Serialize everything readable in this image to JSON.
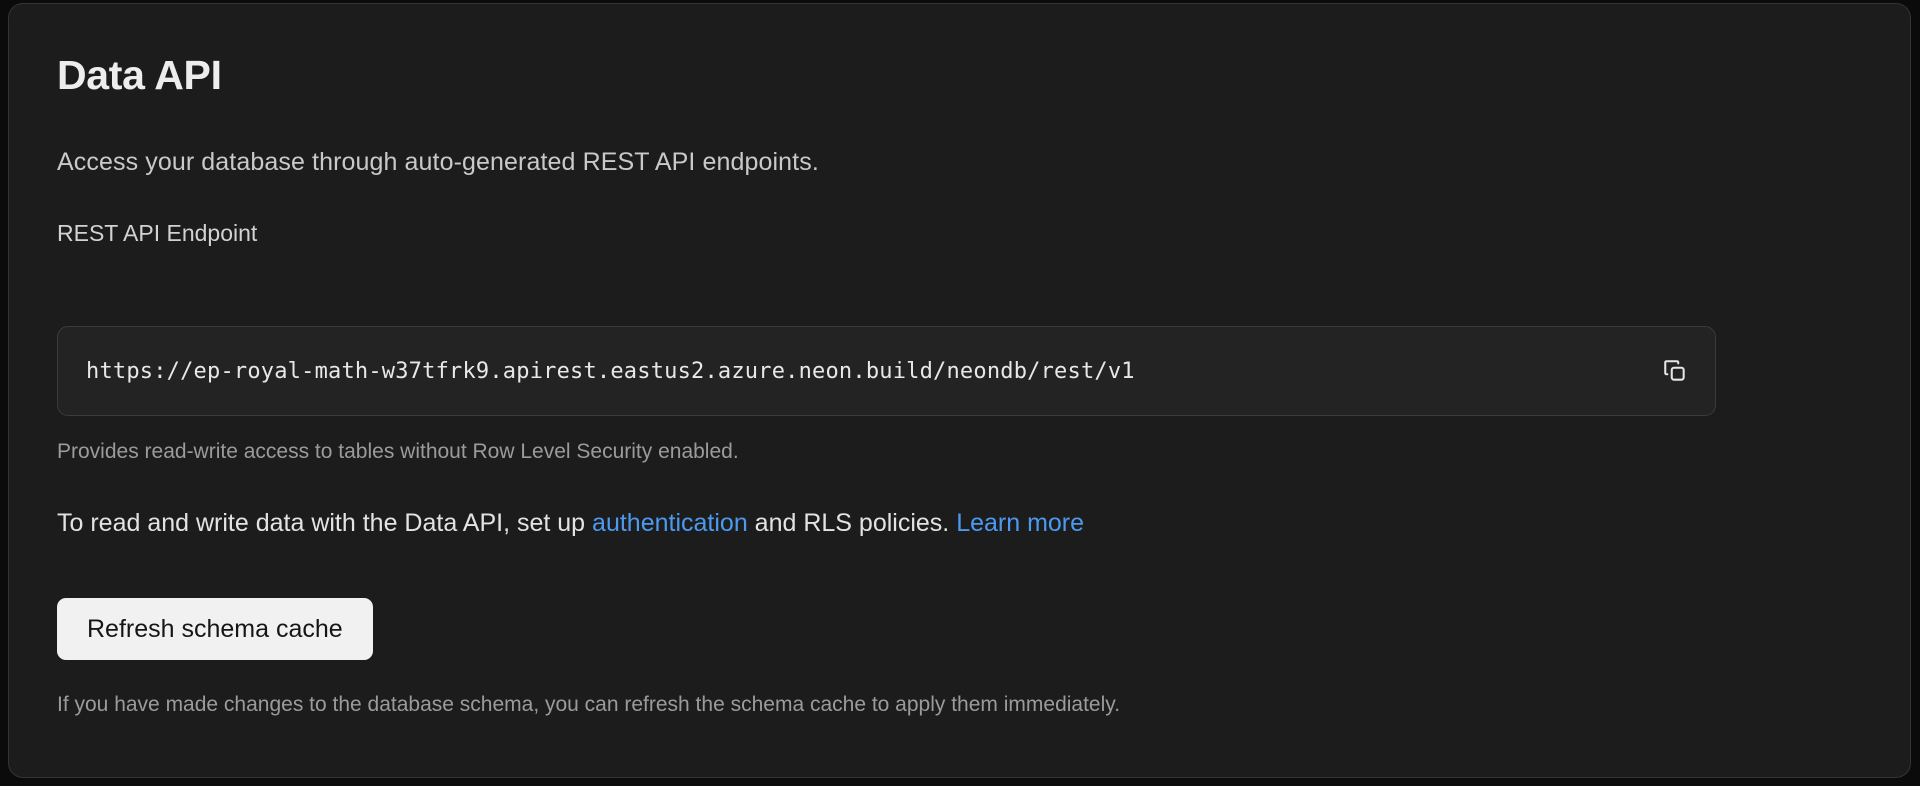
{
  "card": {
    "title": "Data API",
    "subtitle": "Access your database through auto-generated REST API endpoints.",
    "endpoint": {
      "label": "REST API Endpoint",
      "value": "https://ep-royal-math-w37tfrk9.apirest.eastus2.azure.neon.build/neondb/rest/v1",
      "placeholder": "https://",
      "copy_icon": "copy-icon",
      "helper_text": "Provides read-write access to tables without Row Level Security enabled."
    },
    "rls_note": {
      "prefix": "To read and write data with the Data API, set up ",
      "link_auth": "authentication",
      "middle": " and RLS policies. ",
      "link_learn": "Learn more"
    },
    "refresh": {
      "button_label": "Refresh schema cache",
      "helper_text": "If you have made changes to the database schema, you can refresh the schema cache to apply them immediately."
    }
  },
  "colors": {
    "page_bg": "#0b0b0b",
    "card_bg": "#1c1c1c",
    "card_border": "#343434",
    "input_bg": "#232323",
    "link": "#4c9aef",
    "button_bg": "#f1f1f1",
    "button_text": "#161616",
    "muted_text": "#9b9b9b"
  }
}
